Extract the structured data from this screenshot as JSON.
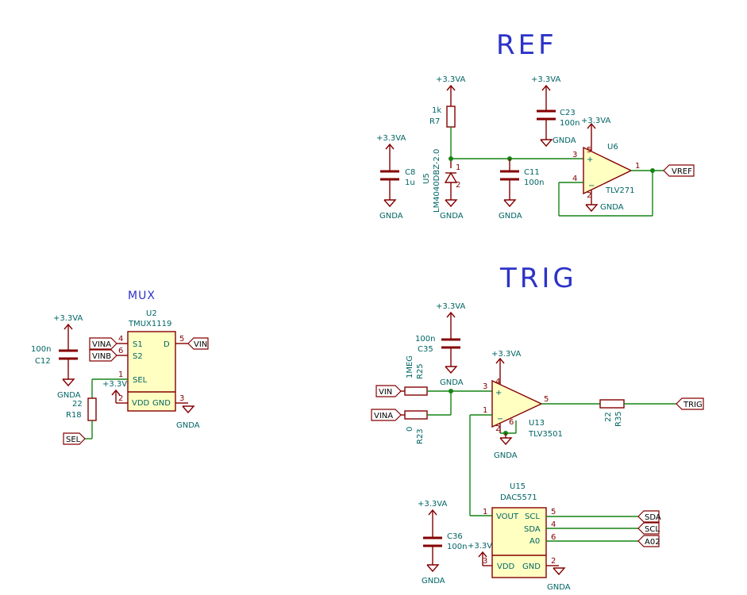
{
  "sections": {
    "ref": "REF",
    "trig": "TRIG",
    "mux": "MUX"
  },
  "power": {
    "vcc": "+3.3VA",
    "vcc_short": "+3.3V",
    "gnd": "GNDA"
  },
  "ref_section": {
    "r7": {
      "ref": "R7",
      "value": "1k"
    },
    "c23": {
      "ref": "C23",
      "value": "100n"
    },
    "c8": {
      "ref": "C8",
      "value": "1u"
    },
    "u5": {
      "ref": "U5",
      "value": "LM4040DBZ-2.0",
      "pin1": "1",
      "pin2": "2"
    },
    "c11": {
      "ref": "C11",
      "value": "100n"
    },
    "u6": {
      "ref": "U6",
      "value": "TLV271",
      "pin3": "3",
      "pin4": "4",
      "pin1": "1",
      "pin5": "5",
      "pin2": "2"
    },
    "vref_label": "VREF"
  },
  "trig_section": {
    "c35": {
      "ref": "C35",
      "value": "100n"
    },
    "r25": {
      "ref": "R25",
      "value": "1MEG"
    },
    "r23": {
      "ref": "R23",
      "value": "0"
    },
    "u13": {
      "ref": "U13",
      "value": "TLV3501",
      "pin3": "3",
      "pin1": "1",
      "pin5": "5",
      "pin4": "4",
      "pin2": "2",
      "pin6": "6"
    },
    "r35": {
      "ref": "R35",
      "value": "22"
    },
    "vin_label": "VIN",
    "vina_label": "VINA",
    "trig_label": "TRIG",
    "u15": {
      "ref": "U15",
      "value": "DAC5571",
      "pins": {
        "vout": "VOUT",
        "scl": "SCL",
        "sda": "SDA",
        "a0": "A0",
        "vdd": "VDD",
        "gnd": "GND"
      },
      "nums": {
        "vout": "1",
        "scl": "5",
        "sda": "4",
        "a0": "6",
        "vdd": "3",
        "gnd": "2"
      }
    },
    "c36": {
      "ref": "C36",
      "value": "100n"
    },
    "sda_label": "SDA",
    "scl_label": "SCL",
    "a02_label": "A02"
  },
  "mux_section": {
    "c12": {
      "ref": "C12",
      "value": "100n"
    },
    "r18": {
      "ref": "R18",
      "value": "22"
    },
    "u2": {
      "ref": "U2",
      "value": "TMUX1119",
      "pins": {
        "s1": "S1",
        "s2": "S2",
        "d": "D",
        "sel": "SEL",
        "vdd": "VDD",
        "gnd": "GND"
      },
      "nums": {
        "s1": "4",
        "s2": "6",
        "d": "5",
        "sel": "1",
        "vdd": "2",
        "gnd": "3"
      }
    },
    "vina_label": "VINA",
    "vinb_label": "VINB",
    "vin_label": "VIN",
    "sel_label": "SEL"
  }
}
